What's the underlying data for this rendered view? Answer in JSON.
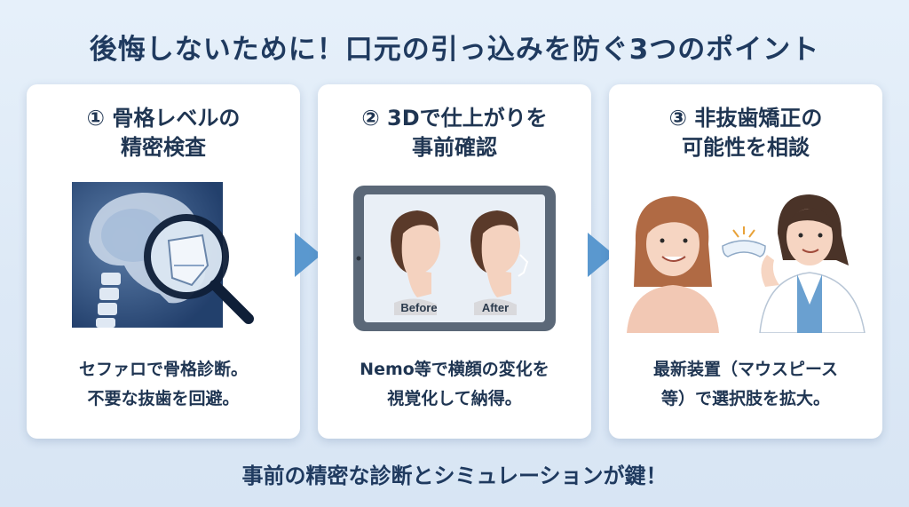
{
  "title": "後悔しないために！口元の引っ込みを防ぐ3つのポイント",
  "cards": [
    {
      "heading_line1": "① 骨格レベルの",
      "heading_line2": "精密検査",
      "caption_line1": "セファロで骨格診断。",
      "caption_line2": "不要な抜歯を回避。",
      "illustration": "cephalometric-xray-magnifier"
    },
    {
      "heading_line1": "② 3Dで仕上がりを",
      "heading_line2": "事前確認",
      "caption_line1": "Nemo等で横顔の変化を",
      "caption_line2": "視覚化して納得。",
      "illustration": "tablet-3d-profile",
      "before_label": "Before",
      "after_label": "After"
    },
    {
      "heading_line1": "③ 非抜歯矯正の",
      "heading_line2": "可能性を相談",
      "caption_line1": "最新装置（マウスピース",
      "caption_line2": "等）で選択肢を拡大。",
      "illustration": "patient-and-doctor-aligner"
    }
  ],
  "footer": "事前の精密な診断とシミュレーションが鍵！",
  "colors": {
    "accent": "#5a98cf",
    "text": "#1f3552",
    "xray_bg": "#2a4a7a"
  }
}
